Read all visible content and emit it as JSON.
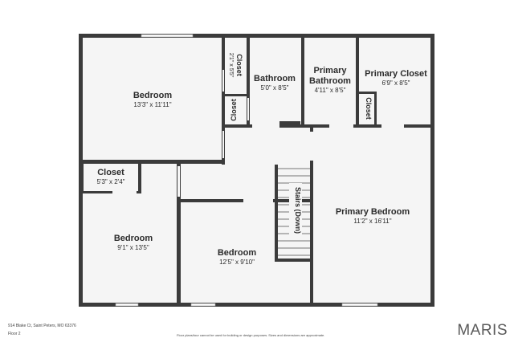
{
  "plan": {
    "colors": {
      "wall": "#3b3b3b",
      "floor": "#f5f5f5",
      "window": "#ffffff"
    },
    "rooms": {
      "bedroom_nw": {
        "name": "Bedroom",
        "dims": "13'3\" x 11'11\""
      },
      "closet_top": {
        "name": "Closet",
        "dims": "2'1\" x 5'5\""
      },
      "bathroom": {
        "name": "Bathroom",
        "dims": "5'0\" x 8'5\""
      },
      "primary_bath": {
        "name_line1": "Primary",
        "name_line2": "Bathroom",
        "dims": "4'11\" x 8'5\""
      },
      "primary_closet": {
        "name": "Primary Closet",
        "dims": "6'9\" x 8'5\""
      },
      "closet_small_left": {
        "name": "Closet"
      },
      "closet_small_right": {
        "name": "Closet"
      },
      "closet_west": {
        "name": "Closet",
        "dims": "5'3\" x 2'4\""
      },
      "bedroom_sw": {
        "name": "Bedroom",
        "dims": "9'1\" x 13'5\""
      },
      "bedroom_center": {
        "name": "Bedroom",
        "dims": "12'5\" x 9'10\""
      },
      "stairs": {
        "name": "Stairs (Down)"
      },
      "primary_bedroom": {
        "name": "Primary Bedroom",
        "dims": "11'2\" x 16'11\""
      }
    }
  },
  "footer": {
    "address": "914 Blake Ct, Saint Peters, MO 63376",
    "floor": "Floor 2",
    "disclaimer": "Floor plans/tour cannot be used for building or design purposes. Sizes and dimensions are approximate.",
    "watermark": "MARIS"
  }
}
